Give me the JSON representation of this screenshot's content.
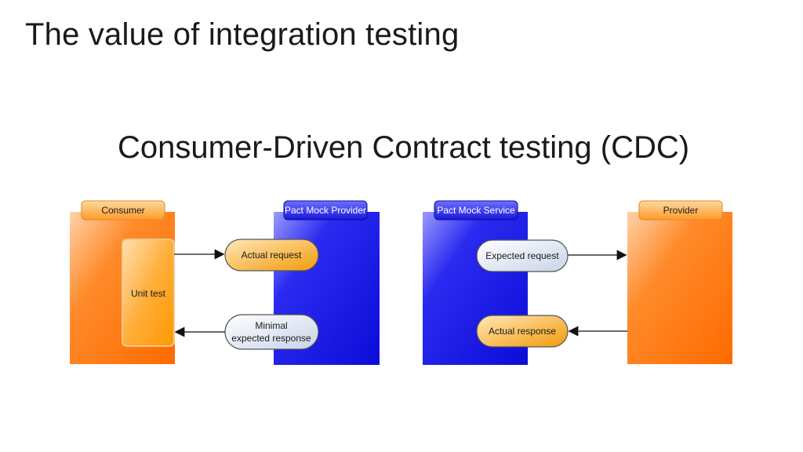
{
  "slide": {
    "title": "The value of integration testing",
    "subtitle": "Consumer-Driven Contract testing (CDC)"
  },
  "diagram": {
    "consumer": {
      "tab_label": "Consumer",
      "unit_test_label": "Unit test"
    },
    "pact_mock_provider": {
      "tab_label": "Pact Mock Provider",
      "actual_request_label": "Actual request",
      "minimal_response_line1": "Minimal",
      "minimal_response_line2": "expected response"
    },
    "pact_mock_service": {
      "tab_label": "Pact Mock Service",
      "expected_request_label": "Expected request",
      "actual_response_label": "Actual response"
    },
    "provider": {
      "tab_label": "Provider"
    },
    "colors": {
      "orange": "#ff7a0e",
      "blue": "#1010e0",
      "pill_orange": "#f5a623",
      "pill_blue_white": "#dfe7f5"
    }
  }
}
